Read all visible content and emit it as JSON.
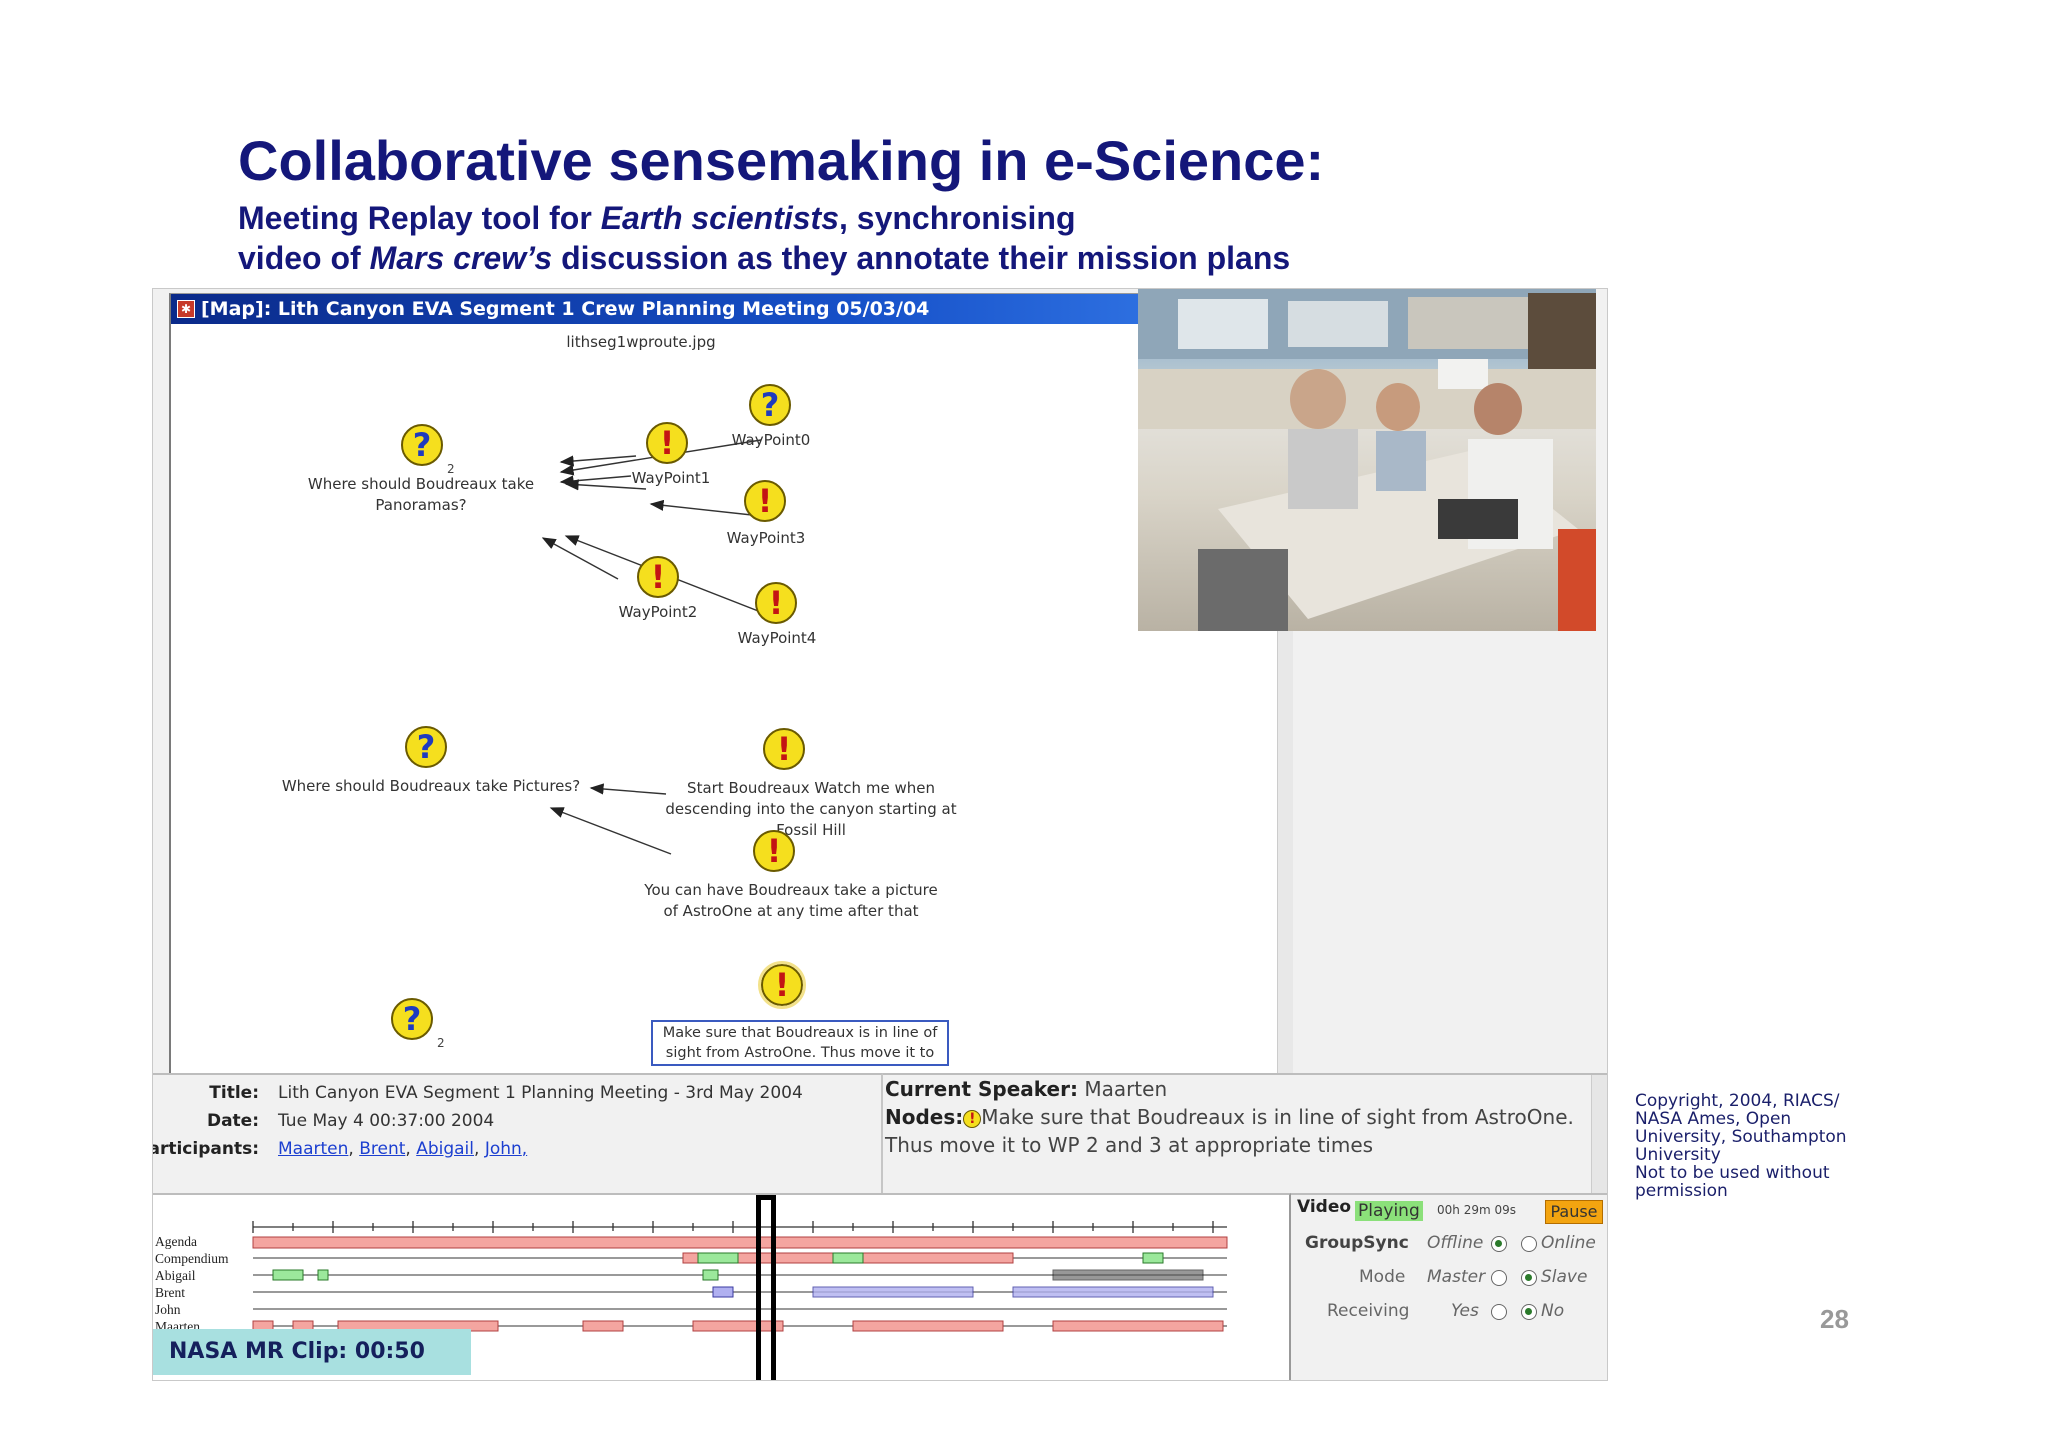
{
  "slide": {
    "title": "Collaborative sensemaking in e-Science:",
    "sub1_a": "Meeting Replay tool for ",
    "sub1_b": "Earth scientists",
    "sub1_c": ", synchronising",
    "sub2_a": "video of ",
    "sub2_b": "Mars crew’s",
    "sub2_c": " discussion as they annotate their mission plans",
    "copyright": [
      "Copyright, 2004, RIACS/",
      "NASA Ames, Open",
      "University, Southampton",
      "University",
      "Not to be used without",
      "permission"
    ],
    "page_number": "28"
  },
  "map": {
    "window_title": "[Map]: Lith Canyon EVA Segment 1 Crew Planning Meeting 05/03/04",
    "image_label": "lithseg1wproute.jpg",
    "q1_label": "Where should Boudreaux take Panoramas?",
    "q1_count": "2",
    "q2_label": "Where should Boudreaux take Pictures?",
    "q3_count": "2",
    "wp0": "WayPoint0",
    "wp1": "WayPoint1",
    "wp2": "WayPoint2",
    "wp3": "WayPoint3",
    "wp4": "WayPoint4",
    "idea1": "Start Boudreaux Watch me when descending into the canyon starting at Fossil Hill",
    "idea2": "You can have Boudreaux take a picture of AstroOne at any time after that",
    "selected_note": "Make sure that Boudreaux is in line of sight from AstroOne. Thus move it to"
  },
  "info": {
    "title_key": "Title:",
    "title_val": "Lith Canyon EVA Segment 1 Planning Meeting - 3rd May 2004",
    "date_key": "Date:",
    "date_val": "Tue May 4 00:37:00 2004",
    "participants_key": "Participants:",
    "participants": [
      "Maarten",
      "Brent",
      "Abigail",
      "John"
    ],
    "speaker_key": "Current Speaker:",
    "speaker_val": "Maarten",
    "nodes_key": "Nodes:",
    "nodes_val1": "Make sure that Boudreaux is in line of sight from AstroOne.",
    "nodes_val2": "Thus move it to WP 2 and 3 at appropriate times"
  },
  "timeline": {
    "tracks": [
      "Agenda",
      "Compendium",
      "Abigail",
      "Brent",
      "John",
      "Maarten"
    ],
    "clip_label": "NASA MR Clip: 00:50"
  },
  "sync": {
    "video_key": "Video",
    "video_state": "Playing",
    "time": "00h 29m 09s",
    "pause_label": "Pause",
    "groupsync_key": "GroupSync",
    "offline": "Offline",
    "online": "Online",
    "mode_key": "Mode",
    "master": "Master",
    "slave": "Slave",
    "receiving_key": "Receiving",
    "yes": "Yes",
    "no": "No"
  }
}
